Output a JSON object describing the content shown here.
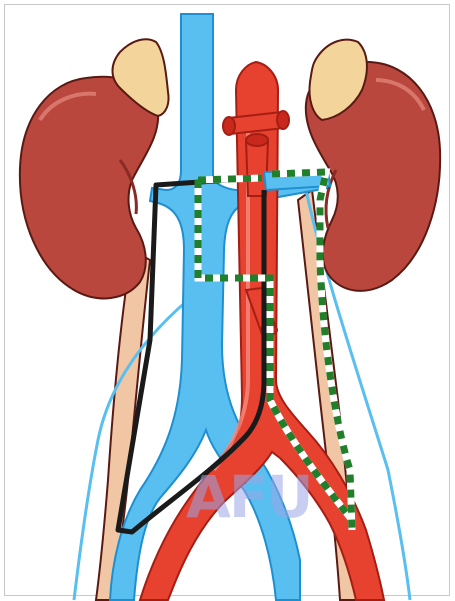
{
  "watermark": {
    "text": "AFU"
  },
  "colors": {
    "kidney": "#b9473e",
    "kidney_dark": "#8b2a24",
    "adrenal": "#f3d49a",
    "vein": "#59bff0",
    "vein_dark": "#1e8fd0",
    "artery": "#e7412f",
    "artery_dark": "#a51e14",
    "ureter": "#f1c6a4",
    "dissection_line_black": "#1a1a1a",
    "dissection_line_green": "#217f2c",
    "outline": "#5a1a14"
  },
  "structures": [
    {
      "name": "left-kidney"
    },
    {
      "name": "right-kidney"
    },
    {
      "name": "left-adrenal-gland"
    },
    {
      "name": "right-adrenal-gland"
    },
    {
      "name": "inferior-vena-cava"
    },
    {
      "name": "aorta"
    },
    {
      "name": "left-ureter"
    },
    {
      "name": "right-ureter"
    },
    {
      "name": "black-dissection-boundary"
    },
    {
      "name": "green-dashed-dissection-boundary"
    }
  ]
}
